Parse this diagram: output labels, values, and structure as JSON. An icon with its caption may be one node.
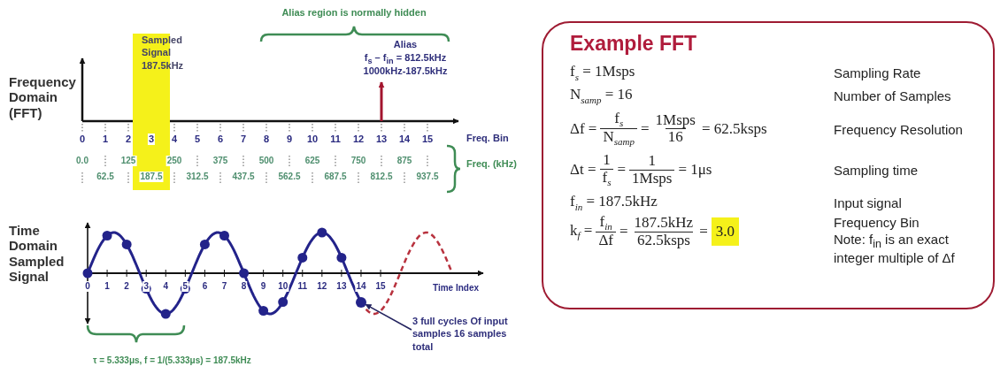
{
  "diagram": {
    "nodes": [
      {
        "text": [
          "Example FFT"
        ]
      },
      {
        "text": [
          "3.0"
        ],
        "in": 0
      },
      {
        "text": [
          "Sampled Signal 187.5kHz"
        ]
      },
      {
        "text": [
          "3 full cycles Of input samples 16 samples total"
        ]
      },
      {
        "text": [],
        "shape": "circle"
      }
    ],
    "edges": [
      {
        "from": 3,
        "to": 4,
        "arrow": "to"
      }
    ],
    "labels": [
      "Alias region is normally hidden",
      "Alias",
      "f$_{s}$ – f$_{in}$ = 812.5kHz",
      "1000kHz-187.5kHz",
      "Frequency Domain (FFT)",
      "0",
      "1",
      "2",
      "3",
      "4",
      "5",
      "6",
      "7",
      "8",
      "9",
      "10",
      "11",
      "12",
      "13",
      "14",
      "15",
      "Freq. Bin",
      "0.0",
      "62.5",
      "125",
      "187.5",
      "250",
      "312.5",
      "375",
      "437.5",
      "500",
      "562.5",
      "625",
      "687.5",
      "750",
      "812.5",
      "875",
      "937.5",
      "Freq. (kHz)",
      "Time Domain Sampled Signal",
      "0",
      "1",
      "2",
      "3",
      "4",
      "5",
      "6",
      "7",
      "8",
      "9",
      "10",
      "11",
      "12",
      "13",
      "14",
      "15",
      "Time Index",
      "τ = 5.333μs, f = 1/(5.333μs) = 187.5kHz",
      "f$_{s}$ = 1Msps",
      "Sampling Rate",
      "N$_{samp}$ = 16",
      "Number of Samples",
      "Δf =",
      "f$_{s}$",
      "N$_{samp}$",
      "=",
      "1Msps",
      "16",
      "= 62.5ksps",
      "Frequency Resolution",
      "Δt =",
      "1",
      "f$_{s}$",
      "=",
      "1",
      "1Msps",
      "= 1μs",
      "Sampling time",
      "f$_{in}$ = 187.5kHz",
      "Input signal",
      "k$_{f}$ =",
      "f$_{in}$",
      "Δf",
      "=",
      "187.5kHz",
      "62.5ksps",
      "Frequency Bin",
      "Note: f$_{in}$ is an exact integer multiple of Δf",
      "="
    ]
  }
}
